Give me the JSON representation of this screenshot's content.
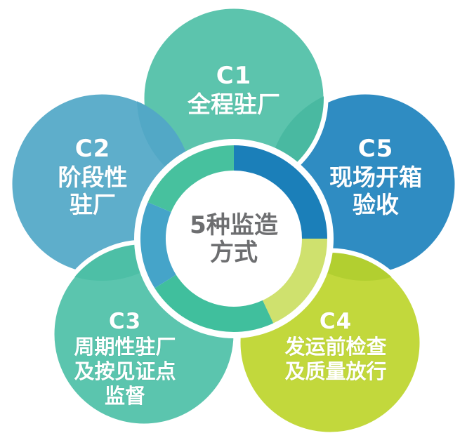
{
  "center": {
    "title_line1": "5种监造",
    "title_line2": "方式"
  },
  "petals": [
    {
      "id": "C1",
      "code": "C1",
      "lines": [
        "全程驻厂"
      ],
      "color": "#5cc4ad"
    },
    {
      "id": "C2",
      "code": "C2",
      "lines": [
        "阶段性",
        "驻厂"
      ],
      "color": "#5eaecb"
    },
    {
      "id": "C3",
      "code": "C3",
      "lines": [
        "周期性驻厂",
        "及按见证点",
        "监督"
      ],
      "color": "#5bc5ae"
    },
    {
      "id": "C4",
      "code": "C4",
      "lines": [
        "发运前检查",
        "及质量放行"
      ],
      "color": "#c2d83c"
    },
    {
      "id": "C5",
      "code": "C5",
      "lines": [
        "现场开箱",
        "验收"
      ],
      "color": "#2f8cc2"
    }
  ],
  "ring_segments": [
    {
      "id": "C5",
      "color": "#1b7fb9"
    },
    {
      "id": "C4",
      "color": "#cfe16e"
    },
    {
      "id": "C3",
      "color": "#40bf9d"
    },
    {
      "id": "C2",
      "color": "#45a4c9"
    },
    {
      "id": "C1",
      "color": "#47c19e"
    }
  ],
  "labels": {
    "c1_code": "C1",
    "c1_line1": "全程驻厂",
    "c2_code": "C2",
    "c2_line1": "阶段性",
    "c2_line2": "驻厂",
    "c3_code": "C3",
    "c3_line1": "周期性驻厂",
    "c3_line2": "及按见证点",
    "c3_line3": "监督",
    "c4_code": "C4",
    "c4_line1": "发运前检查",
    "c4_line2": "及质量放行",
    "c5_code": "C5",
    "c5_line1": "现场开箱",
    "c5_line2": "验收"
  }
}
